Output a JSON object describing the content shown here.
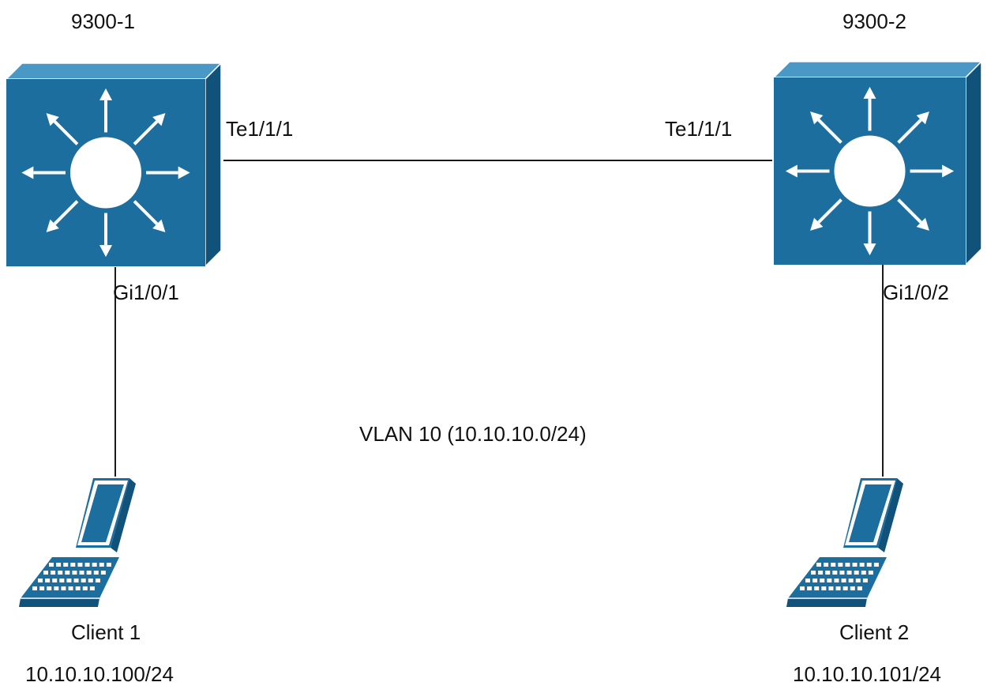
{
  "colors": {
    "switch_front": "#1b6e9e",
    "switch_top": "#4a98c6",
    "switch_side": "#10527a",
    "laptop": "#1b6e9e",
    "link": "#1a1a1a",
    "text": "#111111"
  },
  "switches": [
    {
      "name": "9300-1",
      "uplink_port": "Te1/1/1",
      "access_port": "Gi1/0/1",
      "icon": "layer3-switch-icon"
    },
    {
      "name": "9300-2",
      "uplink_port": "Te1/1/1",
      "access_port": "Gi1/0/2",
      "icon": "layer3-switch-icon"
    }
  ],
  "clients": [
    {
      "name": "Client 1",
      "ip": "10.10.10.100/24",
      "icon": "laptop-icon"
    },
    {
      "name": "Client 2",
      "ip": "10.10.10.101/24",
      "icon": "laptop-icon"
    }
  ],
  "vlan_label": "VLAN 10 (10.10.10.0/24)"
}
